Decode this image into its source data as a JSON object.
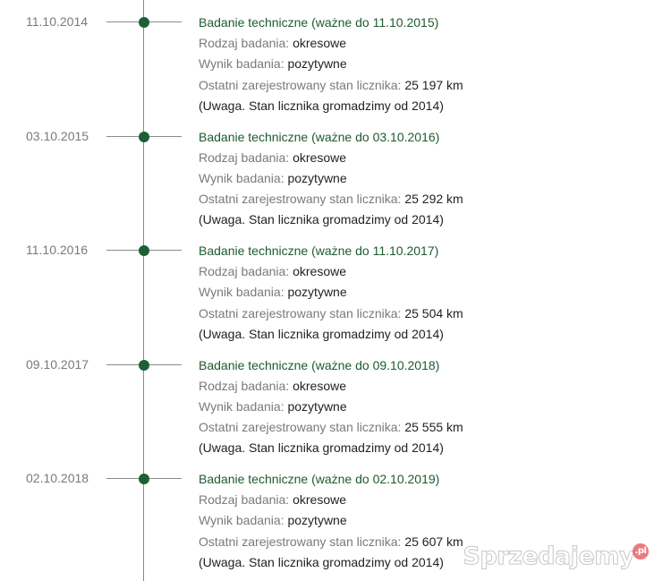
{
  "entries": [
    {
      "date": "11.10.2014",
      "title": "Badanie techniczne (ważne do 11.10.2015)",
      "type_label": "Rodzaj badania:",
      "type_value": "okresowe",
      "result_label": "Wynik badania:",
      "result_value": "pozytywne",
      "odometer_label": "Ostatni zarejestrowany stan licznika:",
      "odometer_value": "25 197 km",
      "note": "(Uwaga. Stan licznika gromadzimy od 2014)"
    },
    {
      "date": "03.10.2015",
      "title": "Badanie techniczne (ważne do 03.10.2016)",
      "type_label": "Rodzaj badania:",
      "type_value": "okresowe",
      "result_label": "Wynik badania:",
      "result_value": "pozytywne",
      "odometer_label": "Ostatni zarejestrowany stan licznika:",
      "odometer_value": "25 292 km",
      "note": "(Uwaga. Stan licznika gromadzimy od 2014)"
    },
    {
      "date": "11.10.2016",
      "title": "Badanie techniczne (ważne do 11.10.2017)",
      "type_label": "Rodzaj badania:",
      "type_value": "okresowe",
      "result_label": "Wynik badania:",
      "result_value": "pozytywne",
      "odometer_label": "Ostatni zarejestrowany stan licznika:",
      "odometer_value": "25 504 km",
      "note": "(Uwaga. Stan licznika gromadzimy od 2014)"
    },
    {
      "date": "09.10.2017",
      "title": "Badanie techniczne (ważne do 09.10.2018)",
      "type_label": "Rodzaj badania:",
      "type_value": "okresowe",
      "result_label": "Wynik badania:",
      "result_value": "pozytywne",
      "odometer_label": "Ostatni zarejestrowany stan licznika:",
      "odometer_value": "25 555 km",
      "note": "(Uwaga. Stan licznika gromadzimy od 2014)"
    },
    {
      "date": "02.10.2018",
      "title": "Badanie techniczne (ważne do 02.10.2019)",
      "type_label": "Rodzaj badania:",
      "type_value": "okresowe",
      "result_label": "Wynik badania:",
      "result_value": "pozytywne",
      "odometer_label": "Ostatni zarejestrowany stan licznika:",
      "odometer_value": "25 607 km",
      "note": "(Uwaga. Stan licznika gromadzimy od 2014)"
    }
  ],
  "watermark": {
    "text": "Sprzedajemy",
    "suffix": ".pl"
  },
  "colors": {
    "accent_green": "#1d5a2e",
    "dot_green": "#1f5f35",
    "label_gray": "#7a7a7a",
    "value_dark": "#222222",
    "line_gray": "#8a8a8a"
  },
  "icons": {
    "timeline_marker": "dot-icon"
  }
}
